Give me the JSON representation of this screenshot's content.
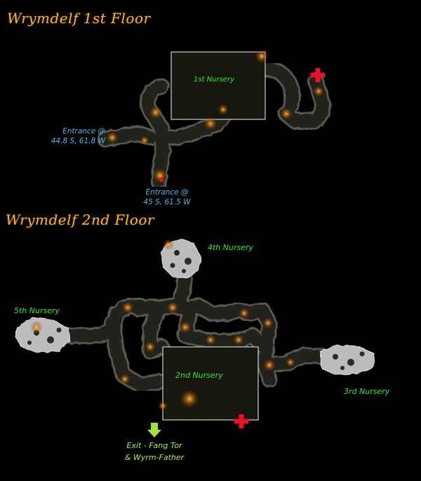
{
  "floors": [
    {
      "title": "Wrymdelf  1st Floor"
    },
    {
      "title": "Wrymdelf 2nd Floor"
    }
  ],
  "floor1": {
    "rooms": {
      "nursery1": "1st Nursery"
    },
    "entrances": [
      {
        "line1": "Entrance @",
        "line2": "44.8 S, 61.8 W"
      },
      {
        "line1": "Entrance @",
        "line2": "45 S, 61.5 W"
      }
    ]
  },
  "floor2": {
    "rooms": {
      "nursery4": "4th Nursery",
      "nursery5": "5th Nursery",
      "nursery2": "2nd Nursery",
      "nursery3": "3rd Nursery"
    },
    "exit": {
      "line1": "Exit - Fang Tor",
      "line2": "& Wyrm-Father"
    }
  },
  "colors": {
    "title": "#f2b52a",
    "room_label": "#39e42f",
    "entrance_label": "#4fb3e6",
    "exit_label": "#a8f04a",
    "marker_red": "#e8102a",
    "arrow_green": "#9ee23a",
    "tunnel": "#26251f",
    "tunnel_edge": "#5a574b",
    "room_light": "#c8c8c8",
    "lamp": "#f0a020"
  },
  "icons": [
    "red-cross-marker-icon",
    "green-down-arrow-icon"
  ]
}
